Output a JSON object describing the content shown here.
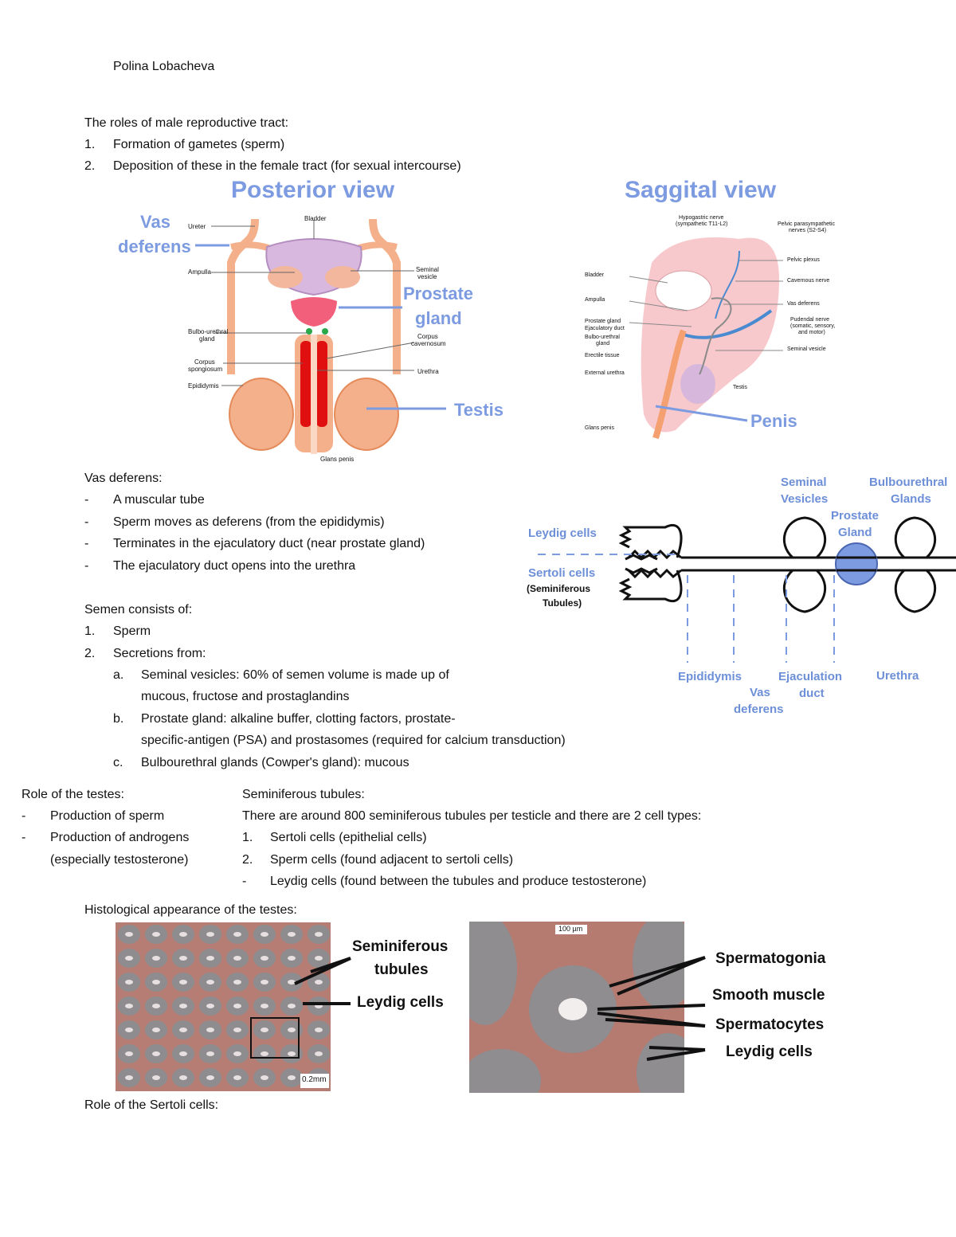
{
  "author": "Polina Lobacheva",
  "intro": {
    "heading": "The roles of male reproductive tract:",
    "items": [
      {
        "marker": "1.",
        "text": "Formation of gametes (sperm)"
      },
      {
        "marker": "2.",
        "text": "Deposition of these in the female tract (for sexual intercourse)"
      }
    ]
  },
  "posterior_figure": {
    "title": "Posterior view",
    "big_labels": {
      "vas": "Vas",
      "deferens": "deferens",
      "prostate": "Prostate",
      "gland": "gland",
      "testis": "Testis"
    },
    "small_labels": {
      "bladder": "Bladder",
      "ureter": "Ureter",
      "ampulla": "Ampulla",
      "seminal1": "Seminal",
      "seminal2": "vesicle",
      "bulbo1": "Bulbo-urethral",
      "bulbo2": "gland",
      "corpus_cav1": "Corpus",
      "corpus_cav2": "cavernosum",
      "corpus_sp1": "Corpus",
      "corpus_sp2": "spongiosum",
      "urethra": "Urethra",
      "epididymis": "Epididymis",
      "glans": "Glans penis"
    }
  },
  "sagittal_figure": {
    "title": "Saggital view",
    "big_labels": {
      "penis": "Penis"
    },
    "small_labels": {
      "hypo1": "Hypogastric nerve",
      "hypo2": "(sympathetic T11-L2)",
      "pelvic_para1": "Pelvic parasympathetic",
      "pelvic_para2": "nerves (S2-S4)",
      "pelvic_plexus": "Pelvic plexus",
      "bladder": "Bladder",
      "cavernous": "Cavernous nerve",
      "ampulla": "Ampulla",
      "vas": "Vas deferens",
      "prostate": "Prostate gland",
      "ejac": "Ejaculatory duct",
      "bulbo1": "Bulbo-urethral",
      "bulbo2": "gland",
      "pudendal1": "Pudendal nerve",
      "pudendal2": "(somatic, sensory,",
      "pudendal3": "and motor)",
      "erectile": "Erectile tissue",
      "seminal": "Seminal vesicle",
      "ext_urethra": "External urethra",
      "testis": "Testis",
      "glans": "Glans penis"
    }
  },
  "vas_deferens": {
    "heading": "Vas deferens:",
    "items": [
      {
        "marker": "-",
        "text": "A muscular tube"
      },
      {
        "marker": "-",
        "text": "Sperm moves as deferens (from the epididymis)"
      },
      {
        "marker": "-",
        "text": "Terminates in the ejaculatory duct (near prostate gland)"
      },
      {
        "marker": "-",
        "text": "The ejaculatory duct opens into the urethra"
      }
    ]
  },
  "duct_diagram": {
    "seminal1": "Seminal",
    "seminal2": "Vesicles",
    "bulbo1": "Bulbourethral",
    "bulbo2": "Glands",
    "prostate1": "Prostate",
    "prostate2": "Gland",
    "leydig": "Leydig cells",
    "sertoli": "Sertoli cells",
    "semtub1": "(Seminiferous",
    "semtub2": "Tubules)",
    "epididymis": "Epididymis",
    "vas1": "Vas",
    "vas2": "deferens",
    "ejac1": "Ejaculation",
    "ejac2": "duct",
    "urethra": "Urethra"
  },
  "semen": {
    "heading": "Semen consists of:",
    "items": [
      {
        "marker": "1.",
        "text": "Sperm"
      },
      {
        "marker": "2.",
        "text": "Secretions from:"
      }
    ],
    "sub": [
      {
        "marker": "a.",
        "line1": "Seminal vesicles: 60% of semen volume is made up of",
        "line2": "mucous, fructose and prostaglandins"
      },
      {
        "marker": "b.",
        "line1": "Prostate gland: alkaline buffer, clotting factors, prostate-",
        "line2": "specific-antigen (PSA) and prostasomes (required for calcium transduction)"
      },
      {
        "marker": "c.",
        "line1": "Bulbourethral glands (Cowper's gland): mucous",
        "line2": ""
      }
    ]
  },
  "testes": {
    "heading": "Role of the testes:",
    "items": [
      {
        "marker": "-",
        "text": "Production of sperm"
      },
      {
        "marker": "-",
        "text": "Production of androgens"
      }
    ],
    "cont": "(especially testosterone)"
  },
  "seminiferous": {
    "heading": "Seminiferous tubules:",
    "intro": "There are around 800 seminiferous tubules per testicle and there are 2 cell types:",
    "items": [
      {
        "marker": "1.",
        "text": "Sertoli cells (epithelial cells)"
      },
      {
        "marker": "2.",
        "text": "Sperm cells (found adjacent to sertoli cells)"
      },
      {
        "marker": "-",
        "text": "Leydig cells (found between the tubules and produce testosterone)"
      }
    ]
  },
  "histology": {
    "heading": "Histological appearance of the testes:",
    "left_labels": {
      "semtub1": "Seminiferous",
      "semtub2": "tubules",
      "leydig": "Leydig cells",
      "scale": "0.2mm"
    },
    "right_labels": {
      "scale": "100 µm",
      "spermatogonia": "Spermatogonia",
      "smooth": "Smooth muscle",
      "spermatocytes": "Spermatocytes",
      "leydig": "Leydig cells"
    }
  },
  "sertoli_heading": "Role of the Sertoli cells:"
}
